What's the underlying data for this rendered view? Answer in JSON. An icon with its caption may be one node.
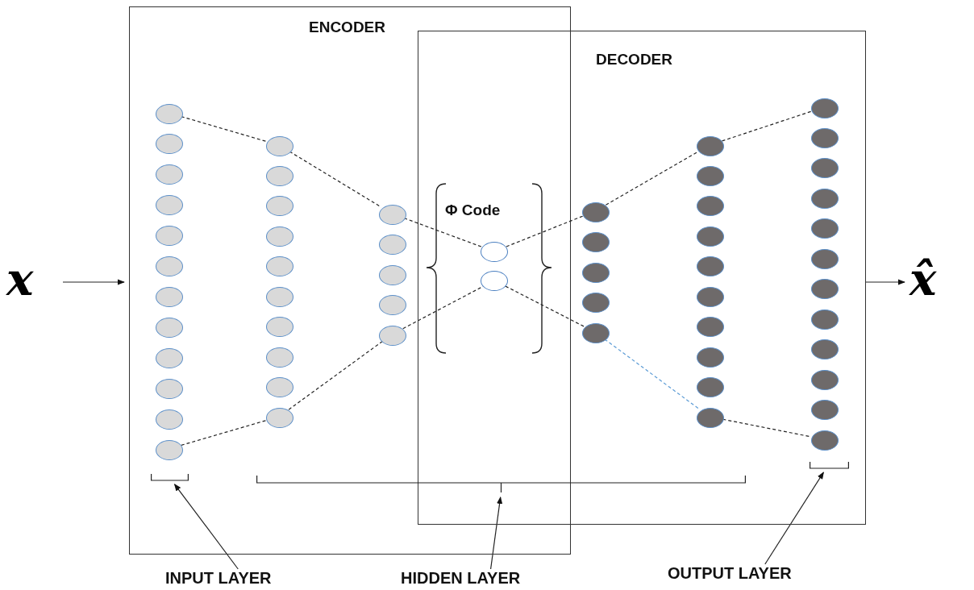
{
  "diagram": {
    "nodes": [
      {
        "text": [
          "x"
        ]
      },
      {
        "text": [
          "ENCODER"
        ]
      },
      {
        "text": [],
        "shape": "circle",
        "in": 1
      },
      {
        "text": [],
        "shape": "circle",
        "in": 1
      },
      {
        "text": [],
        "shape": "circle",
        "in": 1
      },
      {
        "text": [],
        "shape": "circle",
        "in": 1
      },
      {
        "text": [],
        "shape": "circle",
        "in": 1
      },
      {
        "text": [],
        "shape": "circle",
        "in": 1
      },
      {
        "text": [],
        "shape": "circle",
        "in": 1
      },
      {
        "text": [],
        "shape": "circle",
        "in": 1
      },
      {
        "text": [],
        "shape": "circle",
        "in": 1
      },
      {
        "text": [],
        "shape": "circle",
        "in": 1
      },
      {
        "text": [],
        "shape": "circle",
        "in": 1
      },
      {
        "text": [],
        "shape": "circle",
        "in": 1
      },
      {
        "text": [],
        "shape": "circle",
        "in": 1
      },
      {
        "text": [],
        "shape": "circle",
        "in": 1
      },
      {
        "text": [],
        "shape": "circle",
        "in": 1
      },
      {
        "text": [],
        "shape": "circle",
        "in": 1
      },
      {
        "text": [],
        "shape": "circle",
        "in": 1
      },
      {
        "text": [],
        "shape": "circle",
        "in": 1
      },
      {
        "text": [],
        "shape": "circle",
        "in": 1
      },
      {
        "text": [],
        "shape": "circle",
        "in": 1
      },
      {
        "text": [],
        "shape": "circle",
        "in": 1
      },
      {
        "text": [],
        "shape": "circle",
        "in": 1
      },
      {
        "text": [],
        "shape": "circle",
        "in": 1
      },
      {
        "text": [],
        "shape": "circle",
        "in": 1
      },
      {
        "text": [],
        "shape": "circle",
        "in": 1
      },
      {
        "text": [],
        "shape": "circle",
        "in": 1
      },
      {
        "text": [],
        "shape": "circle",
        "in": 1
      },
      {
        "text": [
          "DECODER"
        ]
      },
      {
        "text": [],
        "shape": "circle"
      },
      {
        "text": [],
        "shape": "circle"
      },
      {
        "text": [],
        "shape": "circle",
        "in": 29
      },
      {
        "text": [],
        "shape": "circle",
        "in": 29
      },
      {
        "text": [],
        "shape": "circle",
        "in": 29
      },
      {
        "text": [],
        "shape": "circle",
        "in": 29
      },
      {
        "text": [],
        "shape": "circle",
        "in": 29
      },
      {
        "text": [],
        "shape": "circle",
        "in": 29
      },
      {
        "text": [],
        "shape": "circle",
        "in": 29
      },
      {
        "text": [],
        "shape": "circle",
        "in": 29
      },
      {
        "text": [],
        "shape": "circle",
        "in": 29
      },
      {
        "text": [],
        "shape": "circle",
        "in": 29
      },
      {
        "text": [],
        "shape": "circle",
        "in": 29
      },
      {
        "text": [],
        "shape": "circle",
        "in": 29
      },
      {
        "text": [],
        "shape": "circle",
        "in": 29
      },
      {
        "text": [],
        "shape": "circle",
        "in": 29
      },
      {
        "text": [],
        "shape": "circle",
        "in": 29
      },
      {
        "text": [],
        "shape": "circle",
        "in": 29
      },
      {
        "text": [],
        "shape": "circle",
        "in": 29
      },
      {
        "text": [],
        "shape": "circle",
        "in": 29
      },
      {
        "text": [],
        "shape": "circle",
        "in": 29
      },
      {
        "text": [],
        "shape": "circle",
        "in": 29
      },
      {
        "text": [],
        "shape": "circle",
        "in": 29
      },
      {
        "text": [],
        "shape": "circle",
        "in": 29
      },
      {
        "text": [],
        "shape": "circle",
        "in": 29
      },
      {
        "text": [],
        "shape": "circle",
        "in": 29
      },
      {
        "text": [],
        "shape": "circle",
        "in": 29
      },
      {
        "text": [],
        "shape": "circle",
        "in": 29
      },
      {
        "text": [],
        "shape": "circle",
        "in": 29
      },
      {
        "text": [
          "INPUT LAYER"
        ]
      },
      {
        "text": [
          "HIDDEN LAYER"
        ]
      },
      {
        "text": [
          "OUTPUT LAYER"
        ]
      },
      {
        "text": [
          "x̂"
        ]
      },
      {
        "text": [],
        "shape": "bracket",
        "in": 1
      },
      {
        "text": [],
        "shape": "bracket"
      },
      {
        "text": [],
        "shape": "bracket",
        "in": 29
      }
    ],
    "edges": [
      {
        "from": 0,
        "to": 1,
        "arrow": "to"
      },
      {
        "from": 2,
        "to": 14,
        "arrow": "none",
        "style": "dashed"
      },
      {
        "from": 13,
        "to": 23,
        "arrow": "none",
        "style": "dashed"
      },
      {
        "from": 14,
        "to": 24,
        "arrow": "none",
        "style": "dashed"
      },
      {
        "from": 23,
        "to": 28,
        "arrow": "none",
        "style": "dashed"
      },
      {
        "from": 24,
        "to": 30,
        "arrow": "none",
        "style": "dashed"
      },
      {
        "from": 28,
        "to": 31,
        "arrow": "none",
        "style": "dashed"
      },
      {
        "from": 30,
        "to": 32,
        "arrow": "none",
        "style": "dashed"
      },
      {
        "from": 31,
        "to": 36,
        "arrow": "none",
        "style": "dashed"
      },
      {
        "from": 32,
        "to": 37,
        "arrow": "none",
        "style": "dashed"
      },
      {
        "from": 36,
        "to": 46,
        "arrow": "none",
        "style": "dashed",
        "color": "#5b9bd5"
      },
      {
        "from": 37,
        "to": 47,
        "arrow": "none",
        "style": "dashed"
      },
      {
        "from": 46,
        "to": 58,
        "arrow": "none",
        "style": "dashed"
      },
      {
        "from": 29,
        "to": 62,
        "arrow": "to"
      },
      {
        "from": 59,
        "to": 63,
        "arrow": "to"
      },
      {
        "from": 60,
        "to": 64,
        "arrow": "to"
      },
      {
        "from": 61,
        "to": 65,
        "arrow": "to"
      }
    ],
    "labels": [
      "Φ Code"
    ]
  }
}
